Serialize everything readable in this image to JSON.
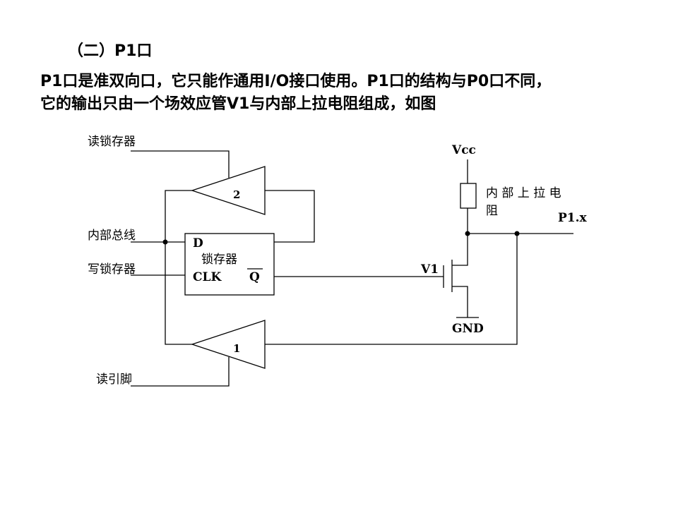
{
  "heading": "（二）P1口",
  "paragraph": {
    "line1": "P1口是准双向口，它只能作通用I/O接口使用。P1口的结构与P0口不同，",
    "line2": "它的输出只由一个场效应管V1与内部上拉电阻组成，如图"
  },
  "circuit": {
    "read_latch": "读锁存器",
    "internal_bus": "内部总线",
    "write_latch": "写锁存器",
    "read_pin": "读引脚",
    "buffer_top": "2",
    "buffer_bottom": "1",
    "latch_d": "D",
    "latch_name": "锁存器",
    "latch_clk": "CLK",
    "latch_qbar": "Q",
    "vcc": "Vcc",
    "pullup_line1": "内 部 上 拉 电",
    "pullup_line2": "阻",
    "port_pin": "P1.x",
    "fet": "V1",
    "gnd": "GND"
  }
}
